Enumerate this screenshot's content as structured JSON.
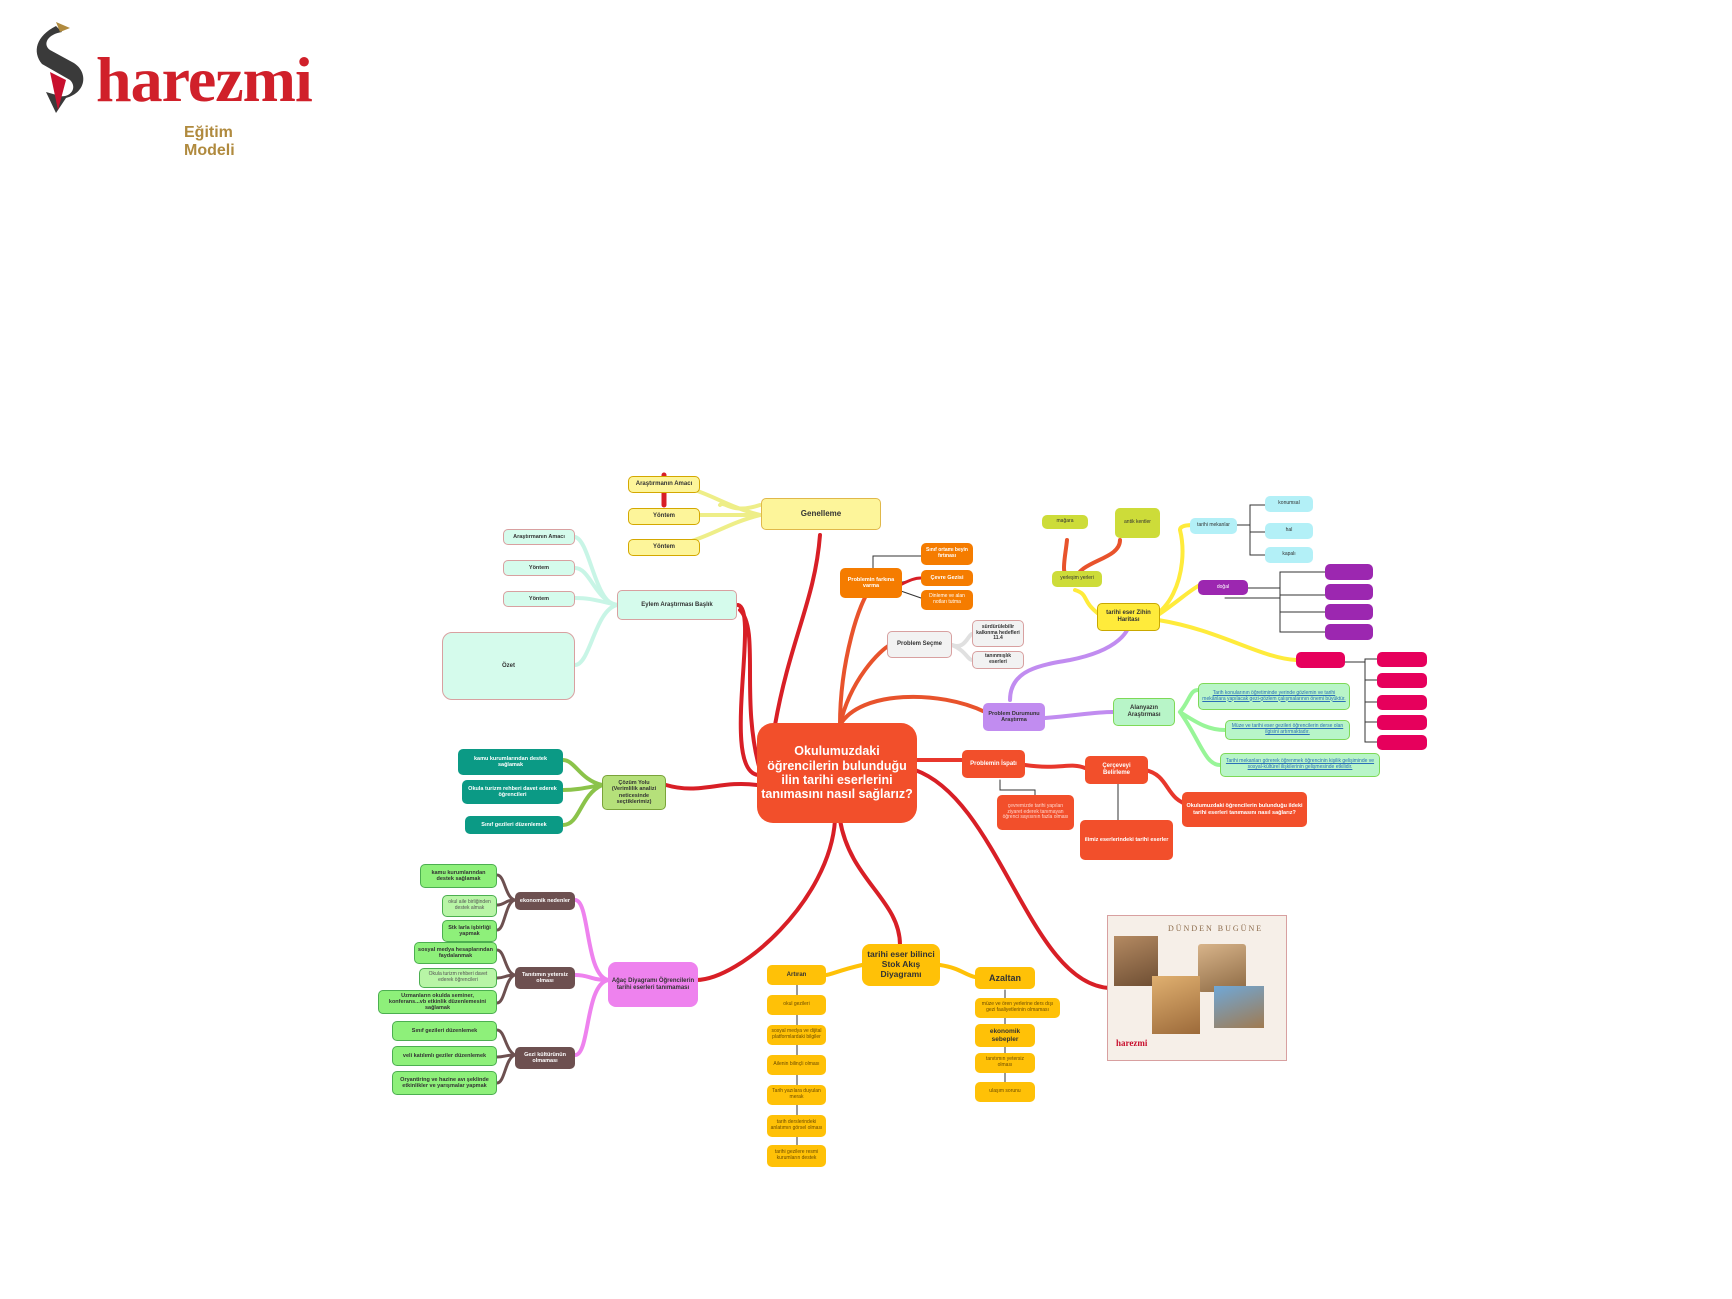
{
  "logo": {
    "brand": "harezmi",
    "subtitle": "Eğitim Modeli"
  },
  "colors": {
    "red": "#e8372c",
    "dark_red": "#d81f26",
    "yellow": "#ffd21f",
    "orange": "#f57c00",
    "purple": "#b388ff",
    "green": "#7ed957",
    "pink": "#ee82ee",
    "teal": "#0b9a85"
  },
  "mindmap": {
    "center": "Okulumuzdaki öğrencilerin bulunduğu ilin tarihi eserlerini tanımasını nasıl sağlarız?",
    "genelleme": {
      "label": "Genelleme",
      "items": [
        "Araştırmanın Amacı",
        "Yöntem",
        "Yöntem"
      ]
    },
    "eylem": {
      "label": "Eylem Araştırması Başlık",
      "items": [
        "Araştırmanın Amacı",
        "Yöntem",
        "Yöntem",
        "Özet"
      ]
    },
    "cozum": {
      "label": "Çözüm Yolu (Verimlilik analizi neticesinde seçtiklerimiz)",
      "items": [
        "kamu kurumlarından destek sağlamak",
        "Okula turizm rehberi davet ederek öğrencileri",
        "Sınıf gezileri düzenlemek"
      ]
    },
    "agac": {
      "label": "Ağaç Diyagramı Öğrencilerin tarihi eserleri tanımaması",
      "groups": [
        {
          "label": "ekonomik nedenler",
          "items": [
            "kamu kurumlarından destek sağlamak",
            "okul aile birliğinden destek almak",
            "Stk larla işbirliği yapmak"
          ]
        },
        {
          "label": "Tanıtımın yetersiz olması",
          "items": [
            "sosyal medya hesaplarından faydalanmak",
            "Okula turizm rehberi davet ederek öğrencileri",
            "Uzmanların okulda seminer, konferans...vb etkinlik düzenlemesini sağlamak"
          ]
        },
        {
          "label": "Gezi kültürünün olmaması",
          "items": [
            "Sınıf gezileri düzenlemek",
            "veli katılımlı geziler düzenlemek",
            "Oryantiring ve hazine avı şeklinde etkinlikler ve yarışmalar yapmak"
          ]
        }
      ]
    },
    "stok": {
      "label": "tarihi eser bilinci Stok Akış Diyagramı",
      "artiran": {
        "label": "Artıran",
        "items": [
          "okul gezileri",
          "sosyal medya ve dijital platformlardaki bilgiler",
          "Ailenin bilinçli olması",
          "Tarih yazılara duyulan merak",
          "tarih derslerindeki anlatımın görsel olması",
          "tarihi gezilere resmi kurumların destek"
        ]
      },
      "azaltan": {
        "label": "Azaltan",
        "items": [
          "müze ve ören yerlerine ders dışı gezi faaliyetlerinin olmaması",
          "ekonomik sebepler",
          "tanıtımın yetersiz olması",
          "ulaşım sorunu"
        ]
      }
    },
    "problem_farkina": {
      "label": "Problemin farkına varma",
      "items": [
        "Sınıf ortamı beyin fırtınası",
        "Çevre Gezisi",
        "Dinleme ve alan notları tutma"
      ]
    },
    "problem_secme": {
      "label": "Problem Seçme",
      "items": [
        "sürdürülebilir kalkınma hedefleri 11.4",
        "tanınmışlık eserleri"
      ]
    },
    "problem_durumu": {
      "label": "Problem Durumunu Araştırma"
    },
    "alanyazin": {
      "label": "Alanyazın Araştırması",
      "items": [
        "Tarih konularının öğretiminde yerinde gözlemin ve tarihi mekânlara yapılacak gezi-gözlem çalışmalarının önemi büyüktür.",
        "Müze ve tarihi eser gezileri öğrencilerin derse olan ilgisini artırmaktadır.",
        "Tarihi mekanları görerek öğrenmek öğrencinin kişilik gelişiminde ve sosyal-kültürel ilişkilerinin gelişmesinde etkilidir."
      ]
    },
    "zihin": {
      "label": "tarihi eser Zihin Haritası",
      "left": [
        "mağara",
        "antik kentler",
        "yerleşim yerleri"
      ],
      "tarihi": {
        "label": "tarihi mekanlar",
        "items": [
          "konumsal",
          "hal",
          "kapalı"
        ]
      },
      "purple": {
        "label": "doğal",
        "items": [
          "",
          "",
          "",
          ""
        ]
      },
      "pink": {
        "label": "",
        "items": [
          "",
          "",
          "",
          "",
          ""
        ]
      }
    },
    "problem_ispati": {
      "label": "Problemin İspatı",
      "items": [
        "çevremizde tarihi yapıları ziyaret ederek tanımayan öğrenci sayısının fazla olması"
      ]
    },
    "cerceve": {
      "label": "Çerçeveyi Belirleme",
      "items": [
        "ilimiz eserlerindeki tarihi eserler",
        "Okulumuzdaki öğrencilerin bulunduğu ildeki tarihi eserleri tanımasını nasıl sağlarız?"
      ]
    },
    "photo": {
      "title": "DÜNDEN BUGÜNE",
      "brand": "harezmi"
    }
  }
}
